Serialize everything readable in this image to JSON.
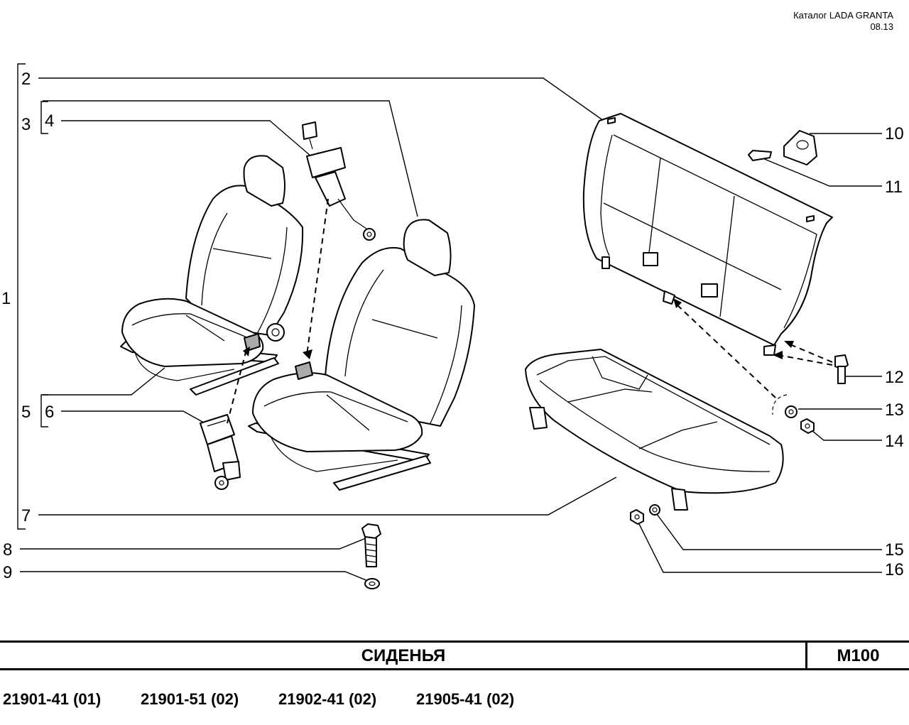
{
  "header": {
    "catalog": "Каталог  LADA  GRANTA",
    "date": "08.13"
  },
  "callouts": [
    "1",
    "2",
    "3",
    "4",
    "5",
    "6",
    "7",
    "8",
    "9",
    "10",
    "11",
    "12",
    "13",
    "14",
    "15",
    "16"
  ],
  "title_bar": {
    "title": "СИДЕНЬЯ",
    "code": "M100"
  },
  "models": [
    "21901-41 (01)",
    "21901-51 (02)",
    "21902-41 (02)",
    "21905-41 (02)"
  ]
}
